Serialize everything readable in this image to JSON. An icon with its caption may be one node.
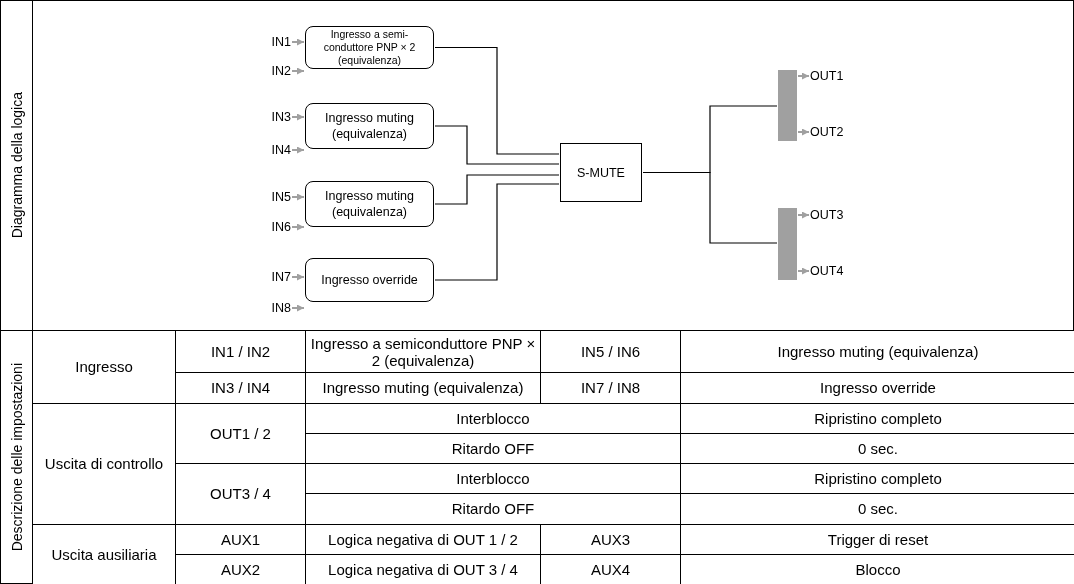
{
  "diagram": {
    "nodes": [
      {
        "text": [
          "IN1"
        ]
      },
      {
        "text": [
          "IN2"
        ]
      },
      {
        "text": [
          "Ingresso a semi-conduttore PNP × 2 (equivalenza)"
        ]
      },
      {
        "text": [
          "IN3"
        ]
      },
      {
        "text": [
          "IN4"
        ]
      },
      {
        "text": [
          "Ingresso muting (equivalenza)"
        ]
      },
      {
        "text": [
          "IN5"
        ]
      },
      {
        "text": [
          "IN6"
        ]
      },
      {
        "text": [
          "Ingresso muting (equivalenza)"
        ]
      },
      {
        "text": [
          "IN7"
        ]
      },
      {
        "text": [
          "IN8"
        ]
      },
      {
        "text": [
          "Ingresso override"
        ]
      },
      {
        "text": [
          "S-MUTE"
        ]
      },
      {
        "text": [],
        "shape": "bar"
      },
      {
        "text": [],
        "shape": "bar"
      },
      {
        "text": [
          "OUT1"
        ]
      },
      {
        "text": [
          "OUT2"
        ]
      },
      {
        "text": [
          "OUT3"
        ]
      },
      {
        "text": [
          "OUT4"
        ]
      }
    ],
    "edges": [
      {
        "from": 0,
        "to": 2,
        "arrow": "to"
      },
      {
        "from": 1,
        "to": 2,
        "arrow": "to"
      },
      {
        "from": 3,
        "to": 5,
        "arrow": "to"
      },
      {
        "from": 4,
        "to": 5,
        "arrow": "to"
      },
      {
        "from": 6,
        "to": 8,
        "arrow": "to"
      },
      {
        "from": 7,
        "to": 8,
        "arrow": "to"
      },
      {
        "from": 9,
        "to": 11,
        "arrow": "to"
      },
      {
        "from": 10,
        "to": 11,
        "arrow": "to"
      },
      {
        "from": 2,
        "to": 12,
        "arrow": "none",
        "color": "#000000"
      },
      {
        "from": 5,
        "to": 12,
        "arrow": "none",
        "color": "#000000"
      },
      {
        "from": 8,
        "to": 12,
        "arrow": "none",
        "color": "#000000"
      },
      {
        "from": 11,
        "to": 12,
        "arrow": "none",
        "color": "#000000"
      },
      {
        "from": 12,
        "to": 13,
        "arrow": "none",
        "color": "#000000"
      },
      {
        "from": 12,
        "to": 14,
        "arrow": "none",
        "color": "#000000"
      },
      {
        "from": 13,
        "to": 15,
        "arrow": "to"
      },
      {
        "from": 13,
        "to": 16,
        "arrow": "to"
      },
      {
        "from": 14,
        "to": 17,
        "arrow": "to"
      },
      {
        "from": 14,
        "to": 18,
        "arrow": "to"
      }
    ],
    "labels": [
      "Diagramma della logica",
      "Descrizione delle impostazioni",
      "Ingresso",
      "IN1 / IN2",
      "Ingresso a semiconduttore PNP × 2 (equivalenza)",
      "IN5 / IN6",
      "Ingresso muting (equivalenza)",
      "IN3 / IN4",
      "Ingresso muting (equivalenza)",
      "IN7 / IN8",
      "Ingresso override",
      "Uscita di controllo",
      "OUT1 / 2",
      "Interblocco",
      "Ripristino completo",
      "Ritardo OFF",
      "0 sec.",
      "OUT3 / 4",
      "Interblocco",
      "Ripristino completo",
      "Ritardo OFF",
      "0 sec.",
      "Uscita ausiliaria",
      "AUX1",
      "Logica negativa di OUT 1 / 2",
      "AUX3",
      "Trigger di reset",
      "AUX2",
      "Logica negativa di OUT 3 / 4",
      "AUX4",
      "Blocco"
    ]
  }
}
